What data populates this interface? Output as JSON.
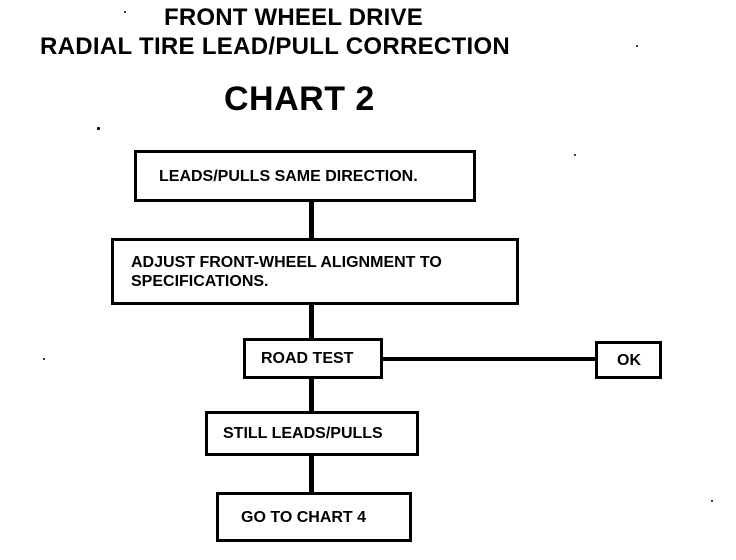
{
  "title": {
    "line1": "FRONT WHEEL DRIVE",
    "line2": "RADIAL TIRE LEAD/PULL CORRECTION",
    "chart_number": "CHART 2"
  },
  "flow": {
    "step1": "LEADS/PULLS SAME DIRECTION.",
    "step2": "ADJUST FRONT-WHEEL ALIGNMENT TO\nSPECIFICATIONS.",
    "step3": "ROAD TEST",
    "ok": "OK",
    "step4": "STILL LEADS/PULLS",
    "step5": "GO TO CHART 4"
  },
  "colors": {
    "ink": "#000000",
    "paper": "#ffffff"
  }
}
